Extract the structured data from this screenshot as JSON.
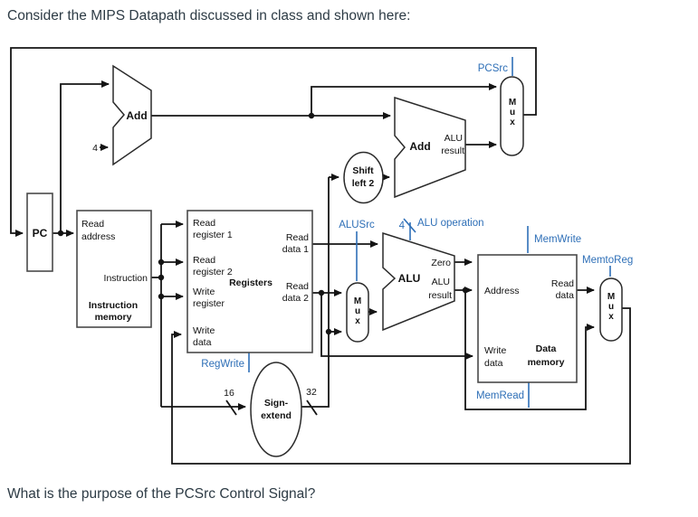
{
  "page": {
    "title": "Consider the MIPS Datapath discussed in class and shown here:",
    "question": "What is the purpose of the PCSrc Control Signal?"
  },
  "colors": {
    "wire": "#141414",
    "control_blue": "#2e6fb7",
    "text": "#2d3b45"
  },
  "diagram": {
    "pc": "PC",
    "const4": "4",
    "pc_adder": {
      "label": "Add"
    },
    "branch_adder": {
      "label": "Add",
      "out1": "ALU",
      "out2": "result"
    },
    "shift_left": {
      "line1": "Shift",
      "line2": "left 2"
    },
    "instruction_memory": {
      "port_read": "Read",
      "port_address": "address",
      "port_instruction": "Instruction",
      "title1": "Instruction",
      "title2": "memory"
    },
    "registers": {
      "rr1a": "Read",
      "rr1b": "register 1",
      "rr2a": "Read",
      "rr2b": "register 2",
      "wra": "Write",
      "wrb": "register",
      "wda": "Write",
      "wdb": "data",
      "rd1a": "Read",
      "rd1b": "data 1",
      "rd2a": "Read",
      "rd2b": "data 2",
      "title": "Registers"
    },
    "sign_extend": {
      "line1": "Sign-",
      "line2": "extend",
      "in_width": "16",
      "out_width": "32"
    },
    "alu": {
      "title": "ALU",
      "zero": "Zero",
      "res1": "ALU",
      "res2": "result"
    },
    "data_memory": {
      "port_address": "Address",
      "wda": "Write",
      "wdb": "data",
      "rda": "Read",
      "rdb": "data",
      "title1": "Data",
      "title2": "memory"
    },
    "mux": {
      "m": "M",
      "u": "u",
      "x": "x"
    },
    "controls": {
      "pcsrc": "PCSrc",
      "alusrc": "ALUSrc",
      "aluop_width": "4",
      "aluop": "ALU operation",
      "regwrite": "RegWrite",
      "memwrite": "MemWrite",
      "memtoreg": "MemtoReg",
      "memread": "MemRead"
    }
  }
}
